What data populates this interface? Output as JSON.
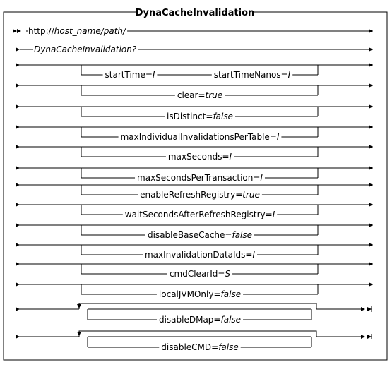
{
  "diagram": {
    "title": "DynaCacheInvalidation",
    "rows": [
      {
        "id": "url",
        "kind": "required",
        "parts": [
          "http://",
          {
            "i": "host_name/path/"
          }
        ]
      },
      {
        "id": "servlet",
        "kind": "required",
        "parts": [
          {
            "i": "DynaCacheInvalidation?"
          }
        ]
      },
      {
        "id": "starttime",
        "kind": "optional-pair",
        "first": [
          "startTime=",
          {
            "i": "I"
          }
        ],
        "second": [
          "startTimeNanos=",
          {
            "i": "I"
          }
        ]
      },
      {
        "id": "clear",
        "kind": "optional",
        "parts": [
          "clear=",
          {
            "i": "true"
          }
        ]
      },
      {
        "id": "isdistinct",
        "kind": "optional",
        "parts": [
          "isDistinct=",
          {
            "i": "false"
          }
        ]
      },
      {
        "id": "maxindividual",
        "kind": "optional",
        "parts": [
          "maxIndividualInvalidationsPerTable=",
          {
            "i": "I"
          }
        ]
      },
      {
        "id": "maxseconds",
        "kind": "optional",
        "parts": [
          "maxSeconds=",
          {
            "i": "I"
          }
        ]
      },
      {
        "id": "maxsecondspertx",
        "kind": "optional",
        "parts": [
          "maxSecondsPerTransaction=",
          {
            "i": "I"
          }
        ]
      },
      {
        "id": "enablerefresh",
        "kind": "optional",
        "parts": [
          "enableRefreshRegistry=",
          {
            "i": "true"
          }
        ]
      },
      {
        "id": "waitseconds",
        "kind": "optional",
        "parts": [
          "waitSecondsAfterRefreshRegistry=",
          {
            "i": "I"
          }
        ]
      },
      {
        "id": "disablebasecache",
        "kind": "optional",
        "parts": [
          "disableBaseCache=",
          {
            "i": "false"
          }
        ]
      },
      {
        "id": "maxinvalidation",
        "kind": "optional",
        "parts": [
          "maxInvalidationDataIds=",
          {
            "i": "I"
          }
        ]
      },
      {
        "id": "cmdclearid",
        "kind": "optional",
        "parts": [
          "cmdClearId=",
          {
            "i": "S"
          }
        ]
      },
      {
        "id": "localjvm",
        "kind": "optional",
        "parts": [
          "localJVMOnly=",
          {
            "i": "false"
          }
        ]
      },
      {
        "id": "disabledmap",
        "kind": "optional-default",
        "parts": [
          "disableDMap=",
          {
            "i": "false"
          }
        ]
      },
      {
        "id": "disablecmd",
        "kind": "optional-default",
        "parts": [
          "disableCMD=",
          {
            "i": "false"
          }
        ]
      }
    ]
  }
}
